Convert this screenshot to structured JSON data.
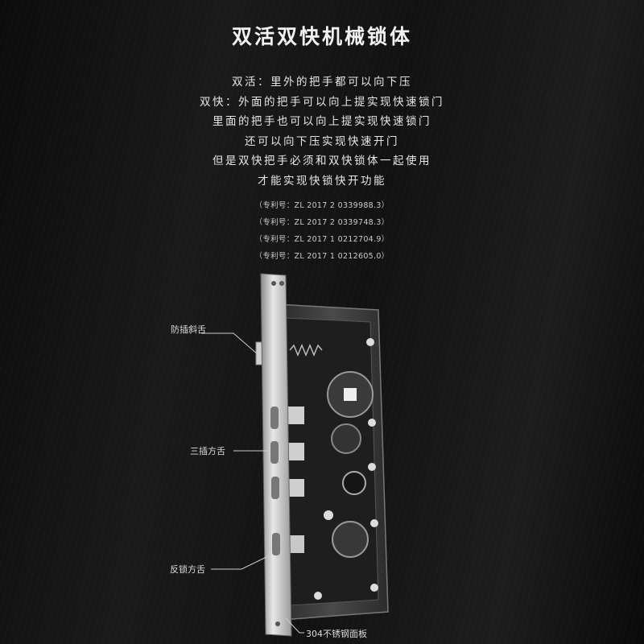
{
  "title": "双活双快机械锁体",
  "description": [
    "双活：里外的把手都可以向下压",
    "双快：外面的把手可以向上提实现快速锁门",
    "里面的把手也可以向上提实现快速锁门",
    "还可以向下压实现快速开门",
    "但是双快把手必须和双快锁体一起使用",
    "才能实现快锁快开功能"
  ],
  "patents": [
    "（专利号：ZL 2017 2 0339988.3）",
    "（专利号：ZL 2017 2 0339748.3）",
    "（专利号：ZL 2017 1 0212704.9）",
    "（专利号：ZL 2017 1 0212605.0）"
  ],
  "callouts": {
    "anti_pick_latch": "防插斜舌",
    "triple_deadbolt": "三插方舌",
    "reverse_lock_bolt": "反锁方舌",
    "faceplate": "304不锈钢面板"
  }
}
